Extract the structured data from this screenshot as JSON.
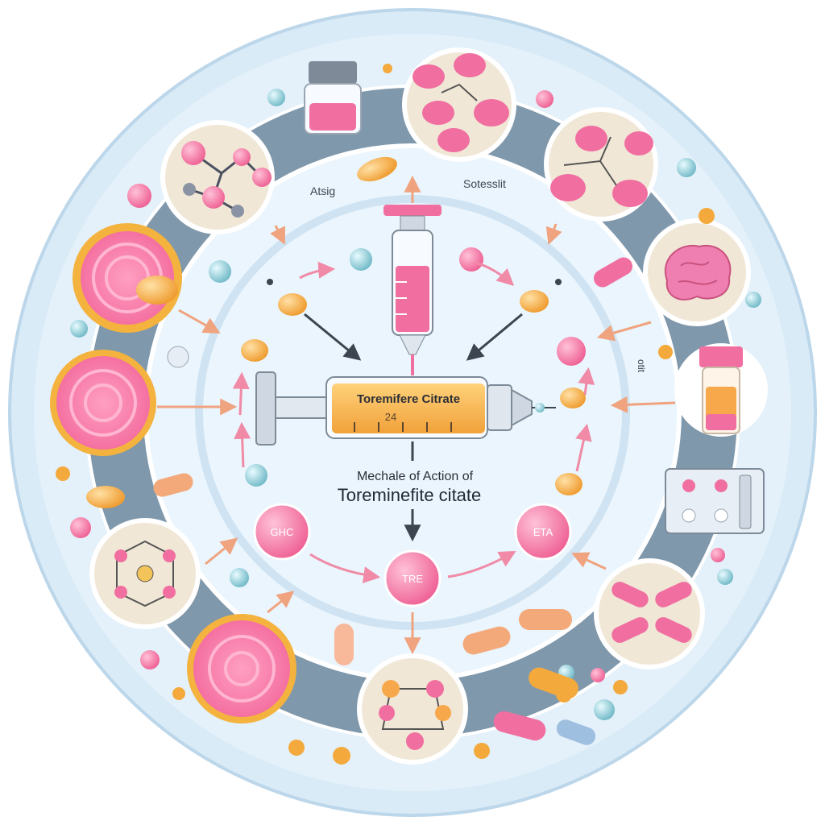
{
  "diagram": {
    "syringe_label": "Toremifere Citrate",
    "syringe_sublabel": "24",
    "title_line1": "Mechale of Action of",
    "title_line2": "Toreminefite citate",
    "ring_label_left": "Atsig",
    "ring_label_right": "Sotesslit",
    "ring_label_side": "otit",
    "node_left": "GHC",
    "node_center": "TRE",
    "node_right": "ETA"
  },
  "colors": {
    "outer_disc": "#d9ebf7",
    "ring": "#7f98ac",
    "inner_disc": "#eaf5fd",
    "pink": "#f0709c",
    "orange": "#f2a53a",
    "teal": "#7cc6cf",
    "beige": "#f1e7d6",
    "arrow_pink": "#f08aa6",
    "arrow_orange": "#f0a37f",
    "arrow_dark": "#3d4650"
  }
}
